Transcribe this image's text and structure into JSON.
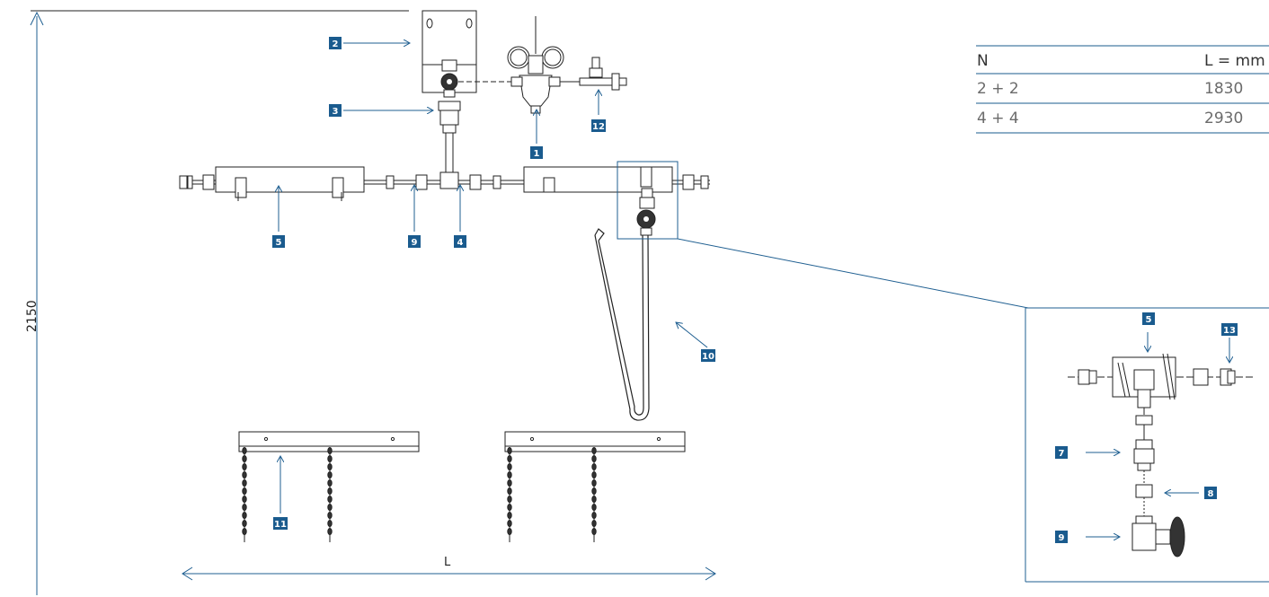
{
  "dimensions": {
    "height_label": "2150",
    "length_label": "L"
  },
  "callouts": [
    "1",
    "2",
    "3",
    "4",
    "5",
    "9",
    "10",
    "11",
    "12"
  ],
  "detail_callouts": [
    "5",
    "13",
    "7",
    "8",
    "9"
  ],
  "table": {
    "headers": [
      "N",
      "L = mm"
    ],
    "rows": [
      [
        "2 + 2",
        "1830"
      ],
      [
        "4 + 4",
        "2930"
      ]
    ]
  },
  "colors": {
    "accent": "#1f5f91",
    "badge": "#1a5b8e",
    "line": "#222222"
  }
}
